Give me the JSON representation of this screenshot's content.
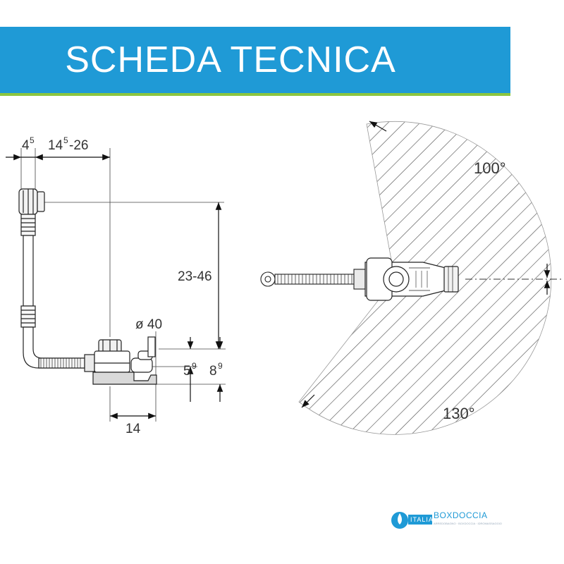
{
  "header": {
    "title": "SCHEDA TECNICA",
    "bg_color": "#1f9ad6",
    "underline_color": "#8cc63f"
  },
  "side_view": {
    "dim_top_left": {
      "base": "4",
      "sup": "5"
    },
    "dim_top_range": {
      "base": "14",
      "sup": "5",
      "rest": "-26"
    },
    "dim_height": "23-46",
    "dim_diameter": "ø 40",
    "dim_small_a": {
      "base": "5",
      "sup": "9"
    },
    "dim_small_b": {
      "base": "8",
      "sup": "9"
    },
    "dim_bottom": "14"
  },
  "top_view": {
    "angle_upper": "100°",
    "angle_lower": "130°"
  },
  "logo": {
    "brand_left": "ITALIA",
    "brand_right": "BOXDOCCIA",
    "tagline": "ARREDOBAGNO · BOXDOCCIA · IDROMASSAGGIO",
    "icon": "water-drop-icon",
    "accent_color": "#1f9ad6"
  }
}
